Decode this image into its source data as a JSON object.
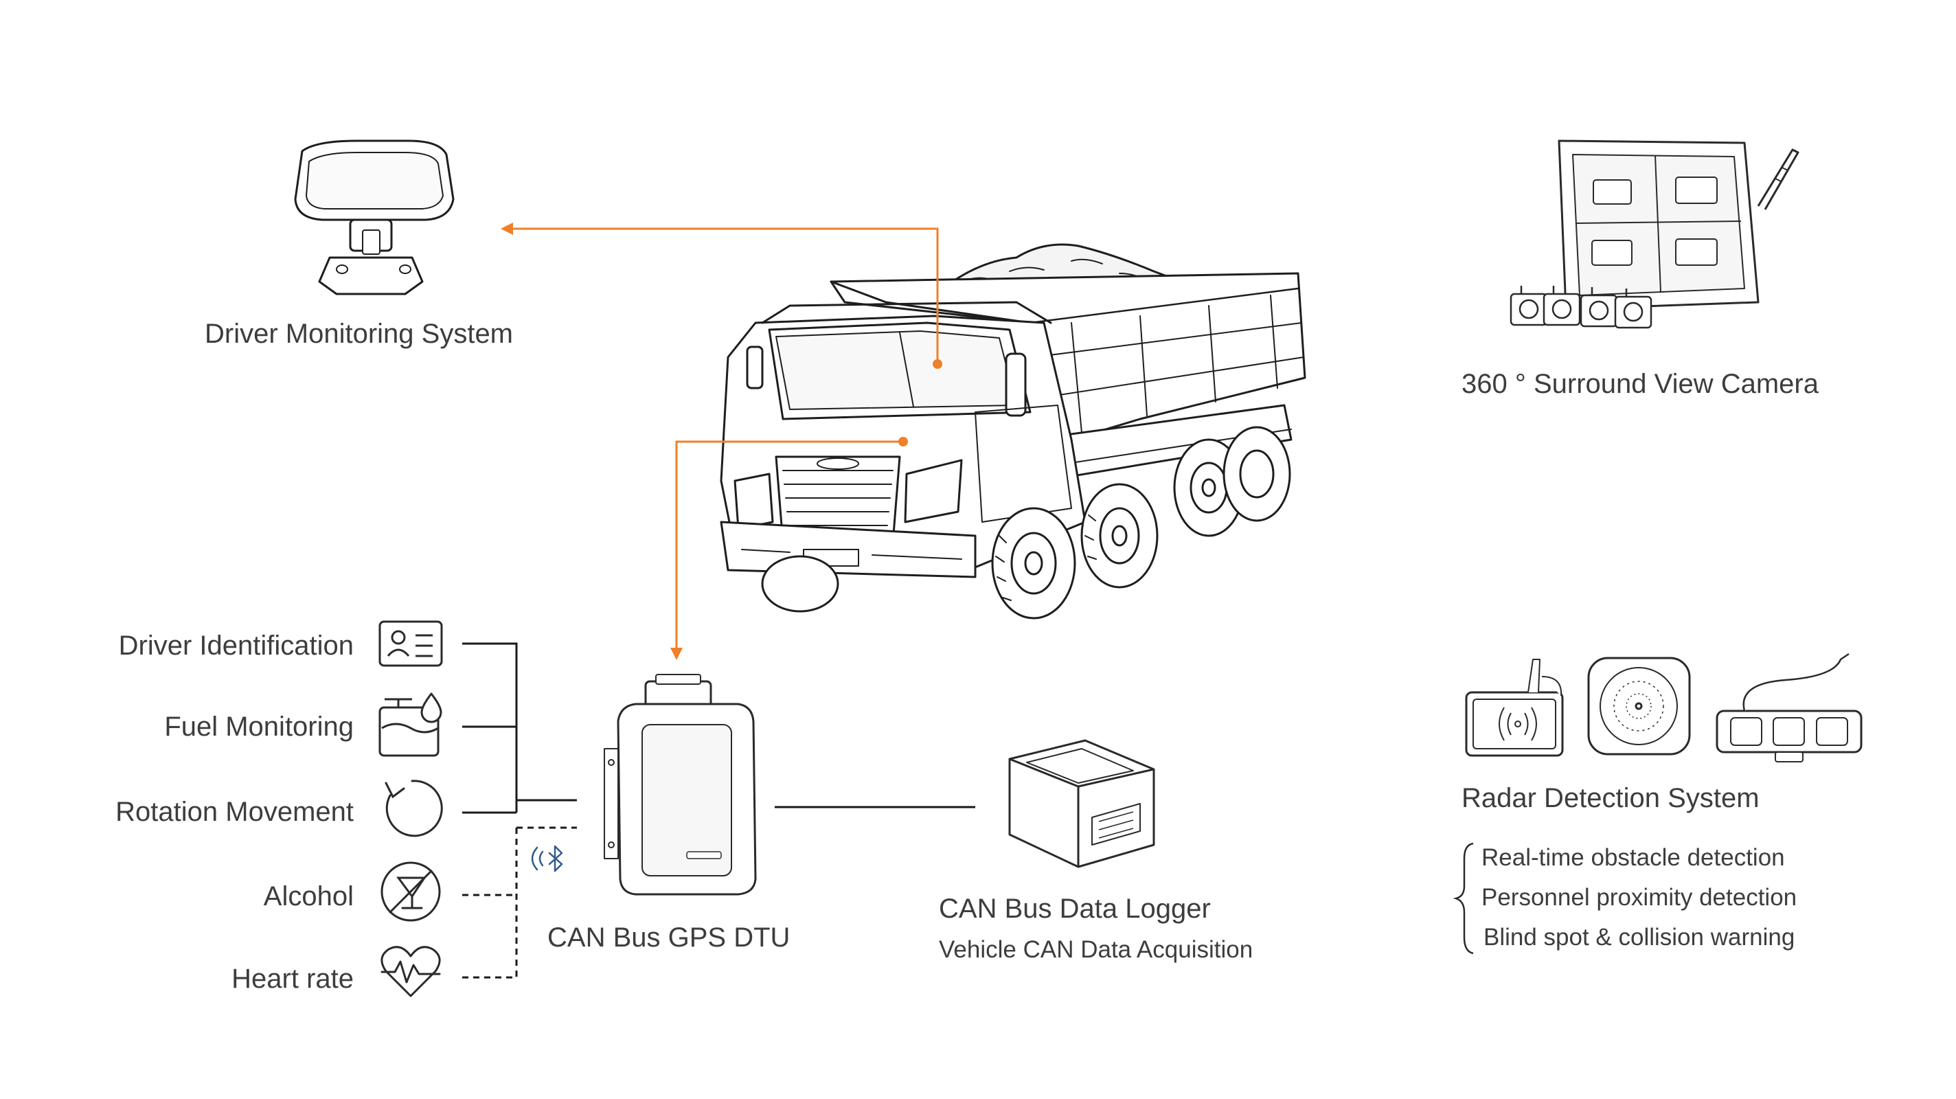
{
  "colors": {
    "accent_line": "#f07f2a",
    "ink": "#3d3d3d",
    "line": "#1a1a1a",
    "bluetooth": "#2f5a8c"
  },
  "labels": {
    "driver_monitoring": "Driver Monitoring System",
    "surround_view": "360 °  Surround View Camera",
    "radar": "Radar Detection System",
    "dtu": "CAN Bus GPS DTU",
    "logger": "CAN Bus Data Logger",
    "logger_sub": "Vehicle CAN Data Acquisition"
  },
  "sensors": [
    {
      "label": "Driver Identification",
      "icon": "id-card-icon",
      "link": "solid"
    },
    {
      "label": "Fuel Monitoring",
      "icon": "fuel-tank-icon",
      "link": "solid"
    },
    {
      "label": "Rotation Movement",
      "icon": "rotation-icon",
      "link": "solid"
    },
    {
      "label": "Alcohol",
      "icon": "no-alcohol-icon",
      "link": "dashed"
    },
    {
      "label": "Heart rate",
      "icon": "heart-rate-icon",
      "link": "dashed"
    }
  ],
  "radar_features": [
    "Real-time obstacle detection",
    "Personnel proximity detection",
    "Blind spot & collision warning"
  ],
  "icons": {
    "bluetooth": "bluetooth-icon",
    "truck": "dump-truck-illustration",
    "dms": "dms-camera-illustration",
    "monitor": "monitor-with-cameras-illustration",
    "dtu": "gps-dtu-device-illustration",
    "logger": "data-logger-illustration",
    "radar_sensors": "radar-sensors-illustration"
  }
}
